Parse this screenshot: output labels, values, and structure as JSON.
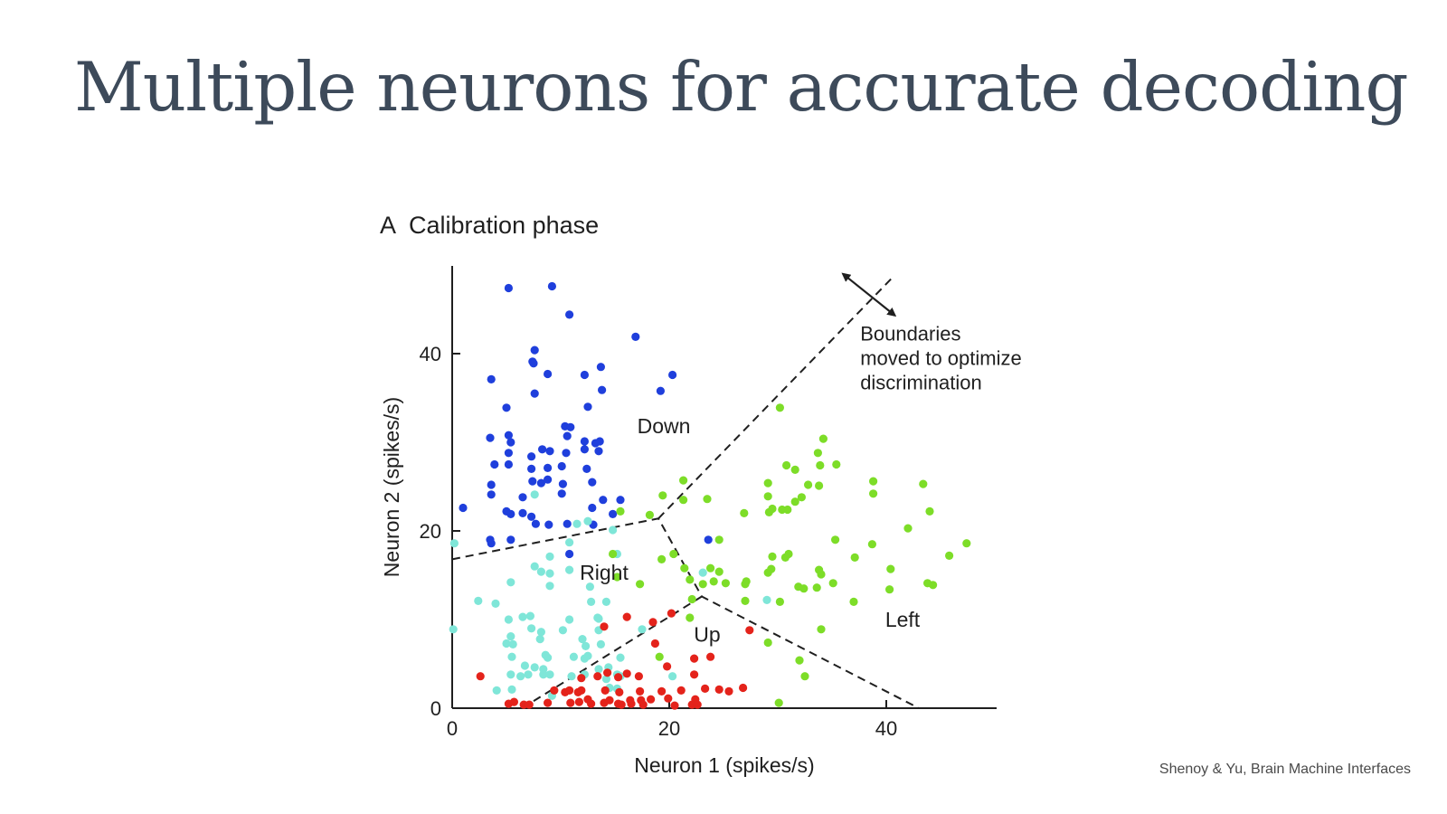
{
  "slide": {
    "title": "Multiple neurons for accurate decoding",
    "panel_letter": "A",
    "panel_title": "Calibration phase",
    "citation": "Shenoy & Yu, Brain Machine Interfaces"
  },
  "chart_data": {
    "type": "scatter",
    "title": "Calibration phase",
    "xlabel": "Neuron 1 (spikes/s)",
    "ylabel": "Neuron 2 (spikes/s)",
    "xlim": [
      0,
      50
    ],
    "ylim": [
      0,
      50
    ],
    "xticks": [
      0,
      20,
      40
    ],
    "yticks": [
      0,
      20,
      40
    ],
    "grid": false,
    "legend": "none",
    "region_labels": [
      {
        "text": "Down",
        "x": 19.5,
        "y": 31
      },
      {
        "text": "Right",
        "x": 14,
        "y": 14.5
      },
      {
        "text": "Up",
        "x": 23.5,
        "y": 7.5
      },
      {
        "text": "Left",
        "x": 41.5,
        "y": 9.2
      }
    ],
    "boundaries": [
      [
        [
          0,
          16.8
        ],
        [
          19.0,
          21.4
        ],
        [
          23.0,
          12.6
        ],
        [
          43.0,
          0
        ]
      ],
      [
        [
          7.5,
          0.8
        ],
        [
          23.0,
          12.6
        ]
      ],
      [
        [
          19.0,
          21.4
        ],
        [
          40.5,
          48.5
        ]
      ]
    ],
    "annotation": {
      "lines": [
        "Boundaries",
        "moved to optimize",
        "discrimination"
      ],
      "x": 37.6,
      "y": 41.5
    },
    "double_arrow": {
      "from": [
        36.0,
        49.0
      ],
      "to": [
        40.8,
        44.3
      ]
    },
    "series": [
      {
        "class": "Down",
        "color": "#1f3fdc",
        "points": [
          [
            5.2,
            47.4
          ],
          [
            9.2,
            47.6
          ],
          [
            10.8,
            44.4
          ],
          [
            16.9,
            41.9
          ],
          [
            20.3,
            37.6
          ],
          [
            19.2,
            35.8
          ],
          [
            3.6,
            37.1
          ],
          [
            7.6,
            40.4
          ],
          [
            7.4,
            39.1
          ],
          [
            7.5,
            38.9
          ],
          [
            8.8,
            37.7
          ],
          [
            12.2,
            37.6
          ],
          [
            13.7,
            38.5
          ],
          [
            13.8,
            35.9
          ],
          [
            12.5,
            34.0
          ],
          [
            7.6,
            35.5
          ],
          [
            5.0,
            33.9
          ],
          [
            3.5,
            30.5
          ],
          [
            5.4,
            30.0
          ],
          [
            5.2,
            30.8
          ],
          [
            8.3,
            29.2
          ],
          [
            9.0,
            29.0
          ],
          [
            10.6,
            30.7
          ],
          [
            10.4,
            31.8
          ],
          [
            10.9,
            31.7
          ],
          [
            12.2,
            30.1
          ],
          [
            13.2,
            29.9
          ],
          [
            13.6,
            30.1
          ],
          [
            10.5,
            28.8
          ],
          [
            12.2,
            29.2
          ],
          [
            13.5,
            29.0
          ],
          [
            7.3,
            28.4
          ],
          [
            5.2,
            28.8
          ],
          [
            3.9,
            27.5
          ],
          [
            5.2,
            27.5
          ],
          [
            7.3,
            27.0
          ],
          [
            8.8,
            27.1
          ],
          [
            10.1,
            27.3
          ],
          [
            12.4,
            27.0
          ],
          [
            3.6,
            25.2
          ],
          [
            7.4,
            25.6
          ],
          [
            8.2,
            25.4
          ],
          [
            8.8,
            25.8
          ],
          [
            10.2,
            25.3
          ],
          [
            12.9,
            25.5
          ],
          [
            3.6,
            24.1
          ],
          [
            6.5,
            23.8
          ],
          [
            10.1,
            24.2
          ],
          [
            13.9,
            23.5
          ],
          [
            15.5,
            23.5
          ],
          [
            1.0,
            22.6
          ],
          [
            5.4,
            21.9
          ],
          [
            5.0,
            22.2
          ],
          [
            6.5,
            22.0
          ],
          [
            7.3,
            21.6
          ],
          [
            12.9,
            22.6
          ],
          [
            14.8,
            21.9
          ],
          [
            7.7,
            20.8
          ],
          [
            8.9,
            20.7
          ],
          [
            10.6,
            20.8
          ],
          [
            3.5,
            19.0
          ],
          [
            5.4,
            19.0
          ],
          [
            3.6,
            18.6
          ],
          [
            13.0,
            20.7
          ],
          [
            10.8,
            17.4
          ],
          [
            23.6,
            19.0
          ]
        ]
      },
      {
        "class": "Right",
        "color": "#7fe6d8",
        "points": [
          [
            0.2,
            18.6
          ],
          [
            7.6,
            24.1
          ],
          [
            11.5,
            20.8
          ],
          [
            12.5,
            21.1
          ],
          [
            14.8,
            20.1
          ],
          [
            10.8,
            18.7
          ],
          [
            15.2,
            17.4
          ],
          [
            9.0,
            17.1
          ],
          [
            7.6,
            16.0
          ],
          [
            10.8,
            15.6
          ],
          [
            8.2,
            15.4
          ],
          [
            9.0,
            15.2
          ],
          [
            5.4,
            14.2
          ],
          [
            9.0,
            13.8
          ],
          [
            12.7,
            13.7
          ],
          [
            2.4,
            12.1
          ],
          [
            4.0,
            11.8
          ],
          [
            12.8,
            12.0
          ],
          [
            14.2,
            12.0
          ],
          [
            6.5,
            10.3
          ],
          [
            5.2,
            10.0
          ],
          [
            7.2,
            10.4
          ],
          [
            10.8,
            10.0
          ],
          [
            13.4,
            10.2
          ],
          [
            13.5,
            10.1
          ],
          [
            0.1,
            8.9
          ],
          [
            7.3,
            9.0
          ],
          [
            8.2,
            8.6
          ],
          [
            10.2,
            8.8
          ],
          [
            13.5,
            8.8
          ],
          [
            17.5,
            8.9
          ],
          [
            5.4,
            8.1
          ],
          [
            5.0,
            7.3
          ],
          [
            5.6,
            7.2
          ],
          [
            8.1,
            7.8
          ],
          [
            12.0,
            7.8
          ],
          [
            12.3,
            7.0
          ],
          [
            13.7,
            7.2
          ],
          [
            5.5,
            5.8
          ],
          [
            8.6,
            6.0
          ],
          [
            8.8,
            5.7
          ],
          [
            11.2,
            5.8
          ],
          [
            12.2,
            5.6
          ],
          [
            12.5,
            5.9
          ],
          [
            15.5,
            5.7
          ],
          [
            6.7,
            4.8
          ],
          [
            7.6,
            4.6
          ],
          [
            8.4,
            4.4
          ],
          [
            13.5,
            4.4
          ],
          [
            14.4,
            4.6
          ],
          [
            5.4,
            3.8
          ],
          [
            6.3,
            3.6
          ],
          [
            7.0,
            3.8
          ],
          [
            8.4,
            3.8
          ],
          [
            9.0,
            3.8
          ],
          [
            11.0,
            3.6
          ],
          [
            12.2,
            3.8
          ],
          [
            14.2,
            3.3
          ],
          [
            15.2,
            3.8
          ],
          [
            15.5,
            3.6
          ],
          [
            4.1,
            2.0
          ],
          [
            5.5,
            2.1
          ],
          [
            9.2,
            1.4
          ],
          [
            14.5,
            2.3
          ],
          [
            15.2,
            2.2
          ],
          [
            20.3,
            3.6
          ],
          [
            29.0,
            12.2
          ],
          [
            23.1,
            15.3
          ]
        ]
      },
      {
        "class": "Up",
        "color": "#e4231b",
        "points": [
          [
            16.1,
            10.3
          ],
          [
            18.5,
            9.7
          ],
          [
            20.2,
            10.7
          ],
          [
            14.0,
            9.2
          ],
          [
            27.4,
            8.8
          ],
          [
            18.7,
            7.3
          ],
          [
            23.8,
            5.8
          ],
          [
            19.8,
            4.7
          ],
          [
            22.3,
            5.6
          ],
          [
            14.3,
            4.0
          ],
          [
            16.1,
            3.9
          ],
          [
            13.4,
            3.6
          ],
          [
            15.3,
            3.5
          ],
          [
            17.2,
            3.6
          ],
          [
            2.6,
            3.6
          ],
          [
            11.9,
            3.4
          ],
          [
            22.3,
            3.8
          ],
          [
            24.6,
            2.1
          ],
          [
            26.8,
            2.3
          ],
          [
            21.1,
            2.0
          ],
          [
            23.3,
            2.2
          ],
          [
            25.5,
            1.9
          ],
          [
            9.4,
            2.0
          ],
          [
            10.4,
            1.8
          ],
          [
            10.8,
            2.0
          ],
          [
            11.6,
            1.8
          ],
          [
            11.9,
            2.0
          ],
          [
            14.1,
            2.0
          ],
          [
            15.4,
            1.8
          ],
          [
            17.3,
            1.9
          ],
          [
            19.3,
            1.9
          ],
          [
            12.5,
            1.0
          ],
          [
            14.5,
            0.9
          ],
          [
            16.4,
            0.9
          ],
          [
            17.4,
            0.9
          ],
          [
            18.3,
            1.0
          ],
          [
            19.9,
            1.1
          ],
          [
            22.4,
            1.0
          ],
          [
            5.2,
            0.5
          ],
          [
            5.7,
            0.7
          ],
          [
            6.6,
            0.4
          ],
          [
            7.1,
            0.4
          ],
          [
            8.8,
            0.6
          ],
          [
            10.9,
            0.6
          ],
          [
            11.7,
            0.7
          ],
          [
            12.8,
            0.5
          ],
          [
            14.0,
            0.6
          ],
          [
            15.3,
            0.5
          ],
          [
            15.6,
            0.4
          ],
          [
            16.5,
            0.5
          ],
          [
            17.6,
            0.4
          ],
          [
            20.5,
            0.3
          ],
          [
            22.1,
            0.4
          ],
          [
            22.6,
            0.4
          ]
        ]
      },
      {
        "class": "Left",
        "color": "#7ddd28",
        "points": [
          [
            30.2,
            33.9
          ],
          [
            34.2,
            30.4
          ],
          [
            33.7,
            28.8
          ],
          [
            35.4,
            27.5
          ],
          [
            30.8,
            27.4
          ],
          [
            31.6,
            26.9
          ],
          [
            33.9,
            27.4
          ],
          [
            21.3,
            25.7
          ],
          [
            29.1,
            25.4
          ],
          [
            32.8,
            25.2
          ],
          [
            33.8,
            25.1
          ],
          [
            38.8,
            25.6
          ],
          [
            43.4,
            25.3
          ],
          [
            19.4,
            24.0
          ],
          [
            21.3,
            23.5
          ],
          [
            23.5,
            23.6
          ],
          [
            29.1,
            23.9
          ],
          [
            31.6,
            23.3
          ],
          [
            32.2,
            23.8
          ],
          [
            38.8,
            24.2
          ],
          [
            15.5,
            22.2
          ],
          [
            18.2,
            21.8
          ],
          [
            26.9,
            22.0
          ],
          [
            29.2,
            22.1
          ],
          [
            29.5,
            22.5
          ],
          [
            30.4,
            22.4
          ],
          [
            30.9,
            22.4
          ],
          [
            44.0,
            22.2
          ],
          [
            42.0,
            20.3
          ],
          [
            24.6,
            19.0
          ],
          [
            35.3,
            19.0
          ],
          [
            38.7,
            18.5
          ],
          [
            47.4,
            18.6
          ],
          [
            20.4,
            17.4
          ],
          [
            19.3,
            16.8
          ],
          [
            29.5,
            17.1
          ],
          [
            30.7,
            17.0
          ],
          [
            31.0,
            17.4
          ],
          [
            37.1,
            17.0
          ],
          [
            45.8,
            17.2
          ],
          [
            14.8,
            17.4
          ],
          [
            21.4,
            15.8
          ],
          [
            23.8,
            15.8
          ],
          [
            24.6,
            15.4
          ],
          [
            21.9,
            14.5
          ],
          [
            23.1,
            14.0
          ],
          [
            24.1,
            14.3
          ],
          [
            25.2,
            14.1
          ],
          [
            27.0,
            14.0
          ],
          [
            27.1,
            14.3
          ],
          [
            29.1,
            15.3
          ],
          [
            29.4,
            15.7
          ],
          [
            33.8,
            15.6
          ],
          [
            34.0,
            15.1
          ],
          [
            35.1,
            14.1
          ],
          [
            40.4,
            15.7
          ],
          [
            15.2,
            14.8
          ],
          [
            17.3,
            14.0
          ],
          [
            31.9,
            13.7
          ],
          [
            32.4,
            13.5
          ],
          [
            33.6,
            13.6
          ],
          [
            40.3,
            13.4
          ],
          [
            43.8,
            14.1
          ],
          [
            44.3,
            13.9
          ],
          [
            22.1,
            12.3
          ],
          [
            27.0,
            12.1
          ],
          [
            30.2,
            12.0
          ],
          [
            37.0,
            12.0
          ],
          [
            21.9,
            10.2
          ],
          [
            34.0,
            8.9
          ],
          [
            19.1,
            5.8
          ],
          [
            29.1,
            7.4
          ],
          [
            32.0,
            5.4
          ],
          [
            32.5,
            3.6
          ],
          [
            30.1,
            0.6
          ]
        ]
      }
    ]
  }
}
